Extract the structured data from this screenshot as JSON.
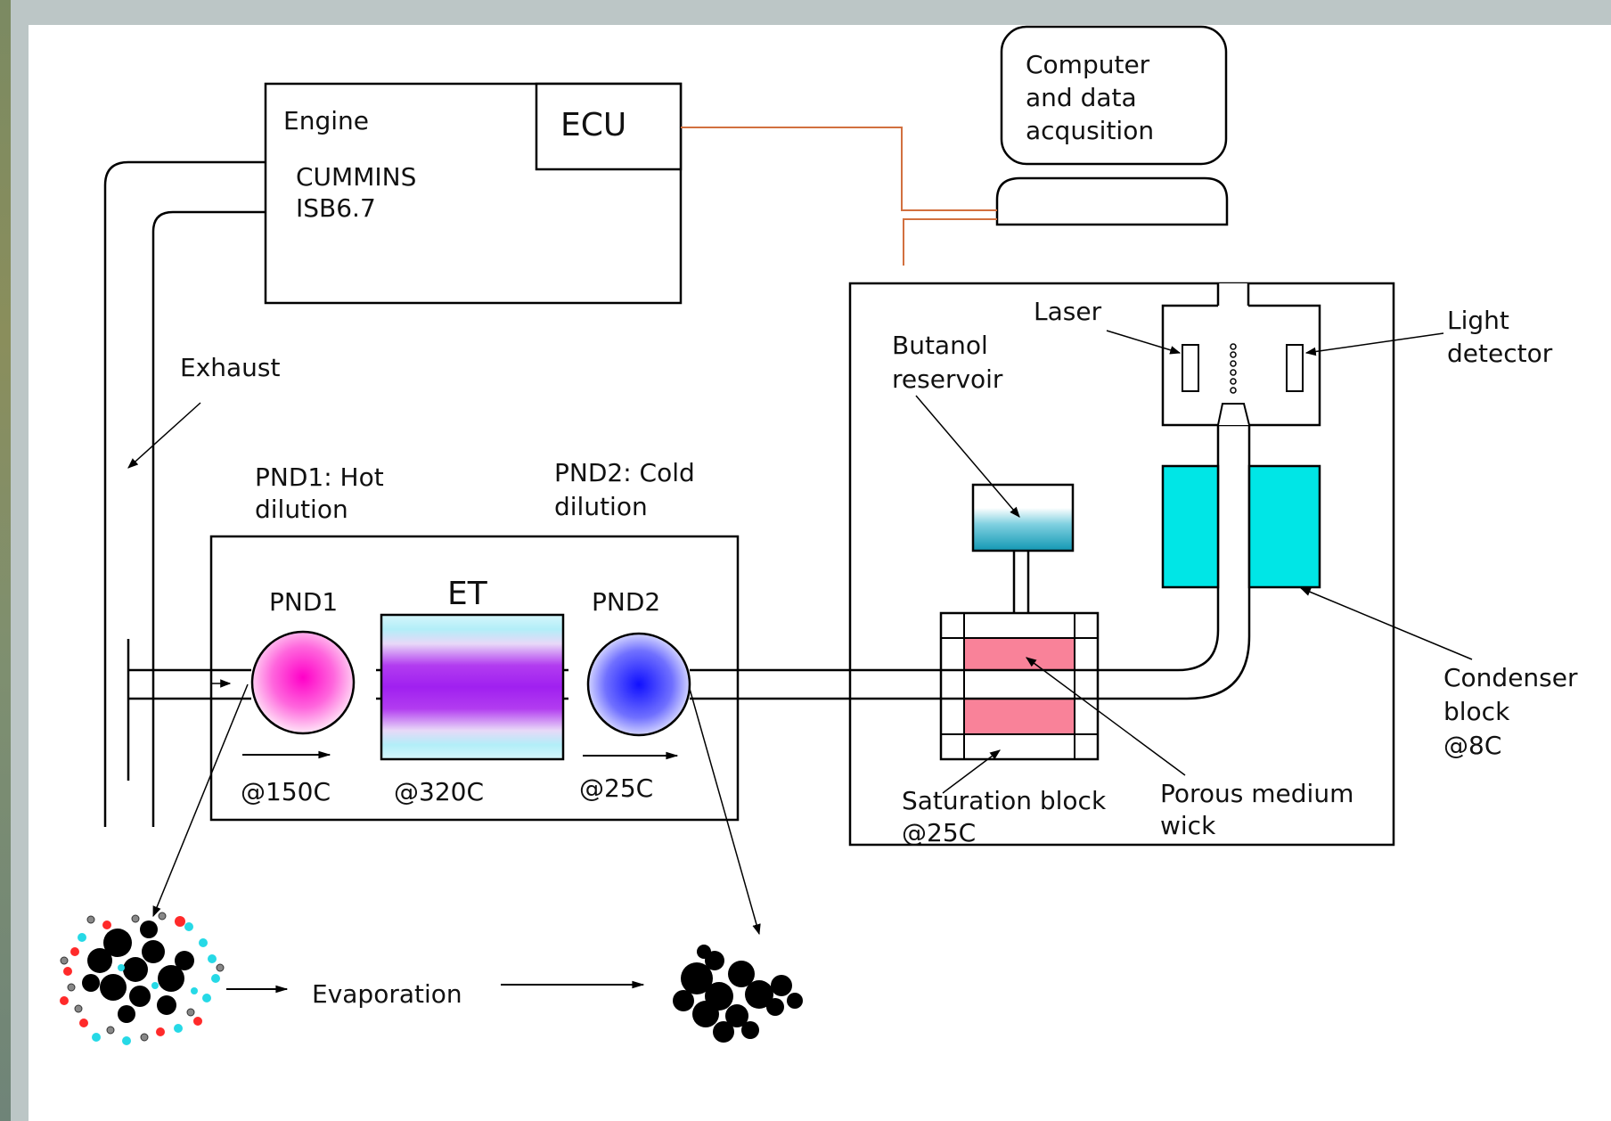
{
  "engine": {
    "label": "Engine",
    "model_line1": "CUMMINS",
    "model_line2": "ISB6.7",
    "ecu": "ECU"
  },
  "computer": {
    "line1": "Computer",
    "line2": "and data",
    "line3": "acqusition"
  },
  "exhaust": "Exhaust",
  "pnd1_desc": {
    "line1": "PND1: Hot",
    "line2": "dilution"
  },
  "pnd2_desc": {
    "line1": "PND2: Cold",
    "line2": "dilution"
  },
  "pnd1": {
    "label": "PND1",
    "temp": "@150C"
  },
  "et": {
    "label": "ET",
    "temp": "@320C"
  },
  "pnd2": {
    "label": "PND2",
    "temp": "@25C"
  },
  "laser": "Laser",
  "light_detector": {
    "line1": "Light",
    "line2": "detector"
  },
  "butanol": {
    "line1": "Butanol",
    "line2": "reservoir"
  },
  "condenser": {
    "line1": "Condenser",
    "line2": "block",
    "line3": "@8C"
  },
  "saturation": {
    "line1": "Saturation block",
    "line2": "@25C"
  },
  "porous": {
    "line1": "Porous medium",
    "line2": "wick"
  },
  "evaporation": "Evaporation",
  "colors": {
    "wire": "#d2703f",
    "condenser": "#00e6e6",
    "saturation": "#f98299",
    "pnd1": "#ff00cc",
    "et": "#a020f0",
    "pnd2": "#2222ff",
    "butanol": "#1aa0b8"
  }
}
